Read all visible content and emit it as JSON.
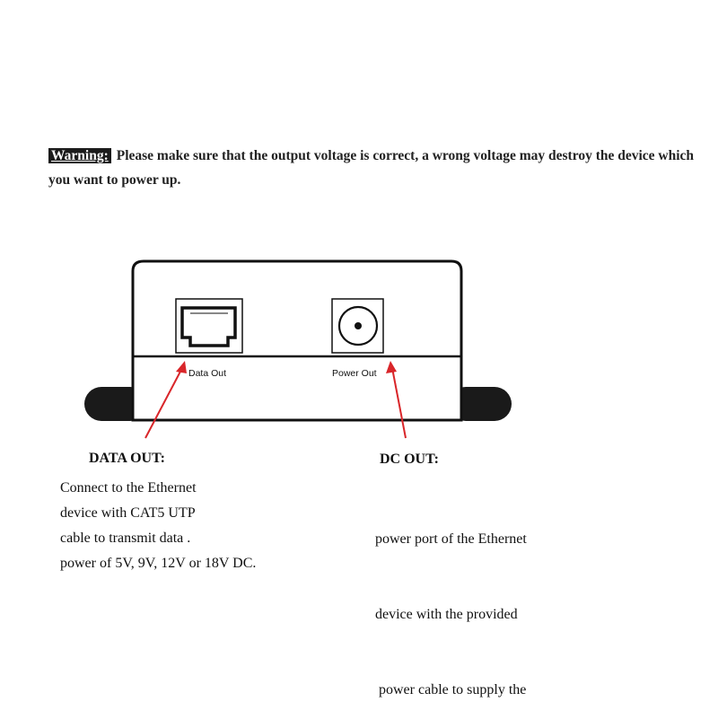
{
  "warning": {
    "label": "Warning:",
    "text": "Please make sure that the output voltage is correct, a wrong voltage may destroy the device which you want to power up."
  },
  "device": {
    "data_port_label": "Data Out",
    "power_port_label": "Power Out"
  },
  "data_out": {
    "heading": "DATA OUT:",
    "lines": [
      "Connect to the Ethernet",
      "device with CAT5 UTP",
      "cable to transmit data  .",
      "power of 5V, 9V, 12V or 18V DC."
    ]
  },
  "dc_out": {
    "heading": "DC OUT:",
    "lines": [
      "power port of the Ethernet",
      "device with the provided",
      " power cable to supply the"
    ]
  },
  "colors": {
    "arrow": "#d9262a",
    "outline": "#111111",
    "foot": "#1a1a1a"
  }
}
